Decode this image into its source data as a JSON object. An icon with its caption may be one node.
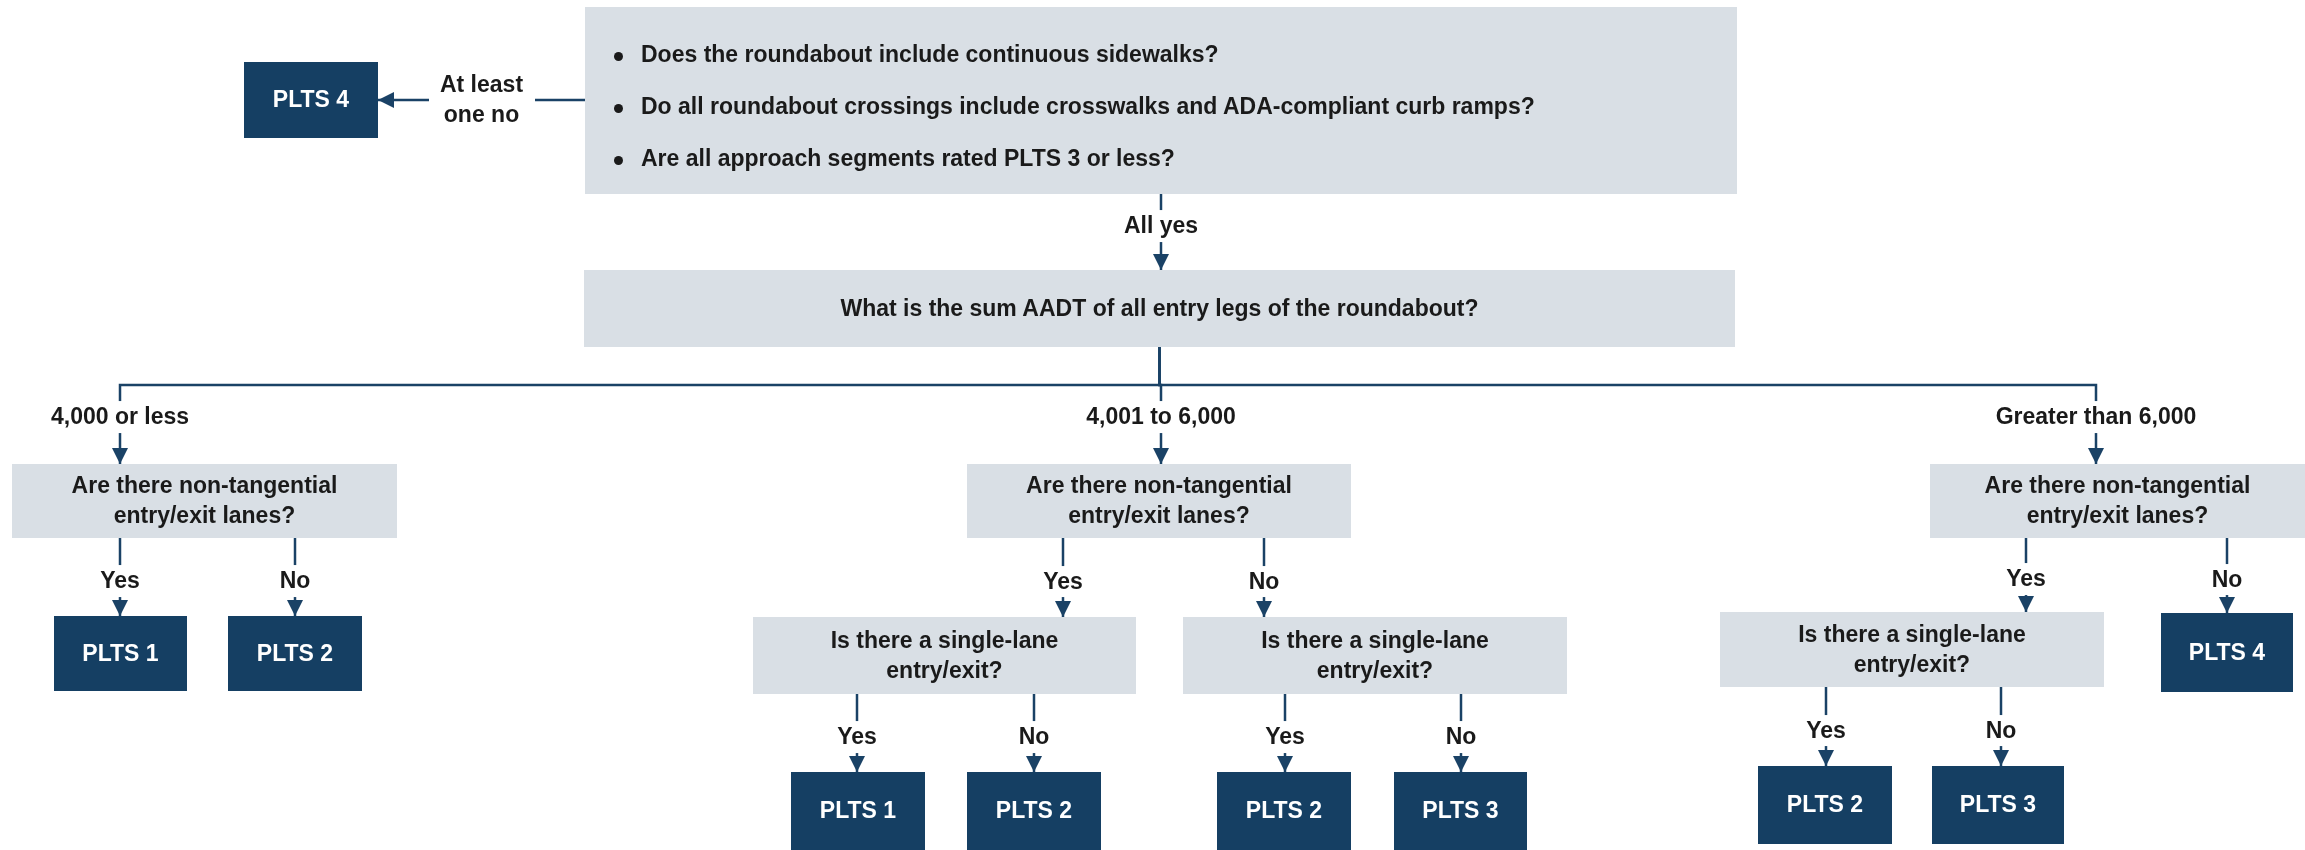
{
  "diagram": {
    "nodes": [
      {
        "text": [
          "Does the roundabout include continuous sidewalks?",
          "Do all roundabout crossings include crosswalks and ADA-compliant curb ramps?",
          "Are all approach segments rated PLTS 3 or less?"
        ]
      },
      {
        "text": [
          "PLTS 4"
        ]
      },
      {
        "text": [
          "What is the sum AADT of all entry legs of the roundabout?"
        ]
      },
      {
        "text": [
          "Are there non-tangential entry/exit lanes?"
        ]
      },
      {
        "text": [
          "PLTS 1"
        ]
      },
      {
        "text": [
          "PLTS 2"
        ]
      },
      {
        "text": [
          "Are there non-tangential entry/exit lanes?"
        ]
      },
      {
        "text": [
          "Is there a single-lane entry/exit?"
        ]
      },
      {
        "text": [
          "Is there a single-lane entry/exit?"
        ]
      },
      {
        "text": [
          "PLTS 1"
        ]
      },
      {
        "text": [
          "PLTS 2"
        ]
      },
      {
        "text": [
          "PLTS 2"
        ]
      },
      {
        "text": [
          "PLTS 3"
        ]
      },
      {
        "text": [
          "Are there non-tangential entry/exit lanes?"
        ]
      },
      {
        "text": [
          "Is there a single-lane entry/exit?"
        ]
      },
      {
        "text": [
          "PLTS 4"
        ]
      },
      {
        "text": [
          "PLTS 2"
        ]
      },
      {
        "text": [
          "PLTS 3"
        ]
      }
    ],
    "edges": [
      {
        "from": 0,
        "to": 1,
        "arrow": "to",
        "label": "At least one no"
      },
      {
        "from": 0,
        "to": 2,
        "arrow": "to",
        "label": "All yes"
      },
      {
        "from": 2,
        "to": 3,
        "arrow": "to",
        "label": "4,000 or less"
      },
      {
        "from": 2,
        "to": 6,
        "arrow": "to",
        "label": "4,001 to 6,000"
      },
      {
        "from": 2,
        "to": 13,
        "arrow": "to",
        "label": "Greater than 6,000"
      },
      {
        "from": 3,
        "to": 4,
        "arrow": "to",
        "label": "Yes"
      },
      {
        "from": 3,
        "to": 5,
        "arrow": "to",
        "label": "No"
      },
      {
        "from": 6,
        "to": 7,
        "arrow": "to",
        "label": "Yes"
      },
      {
        "from": 6,
        "to": 8,
        "arrow": "to",
        "label": "No"
      },
      {
        "from": 7,
        "to": 9,
        "arrow": "to",
        "label": "Yes"
      },
      {
        "from": 7,
        "to": 10,
        "arrow": "to",
        "label": "No"
      },
      {
        "from": 8,
        "to": 11,
        "arrow": "to",
        "label": "Yes"
      },
      {
        "from": 8,
        "to": 12,
        "arrow": "to",
        "label": "No"
      },
      {
        "from": 13,
        "to": 14,
        "arrow": "to",
        "label": "Yes"
      },
      {
        "from": 13,
        "to": 15,
        "arrow": "to",
        "label": "No"
      },
      {
        "from": 14,
        "to": 16,
        "arrow": "to",
        "label": "Yes"
      },
      {
        "from": 14,
        "to": 17,
        "arrow": "to",
        "label": "No"
      }
    ]
  }
}
